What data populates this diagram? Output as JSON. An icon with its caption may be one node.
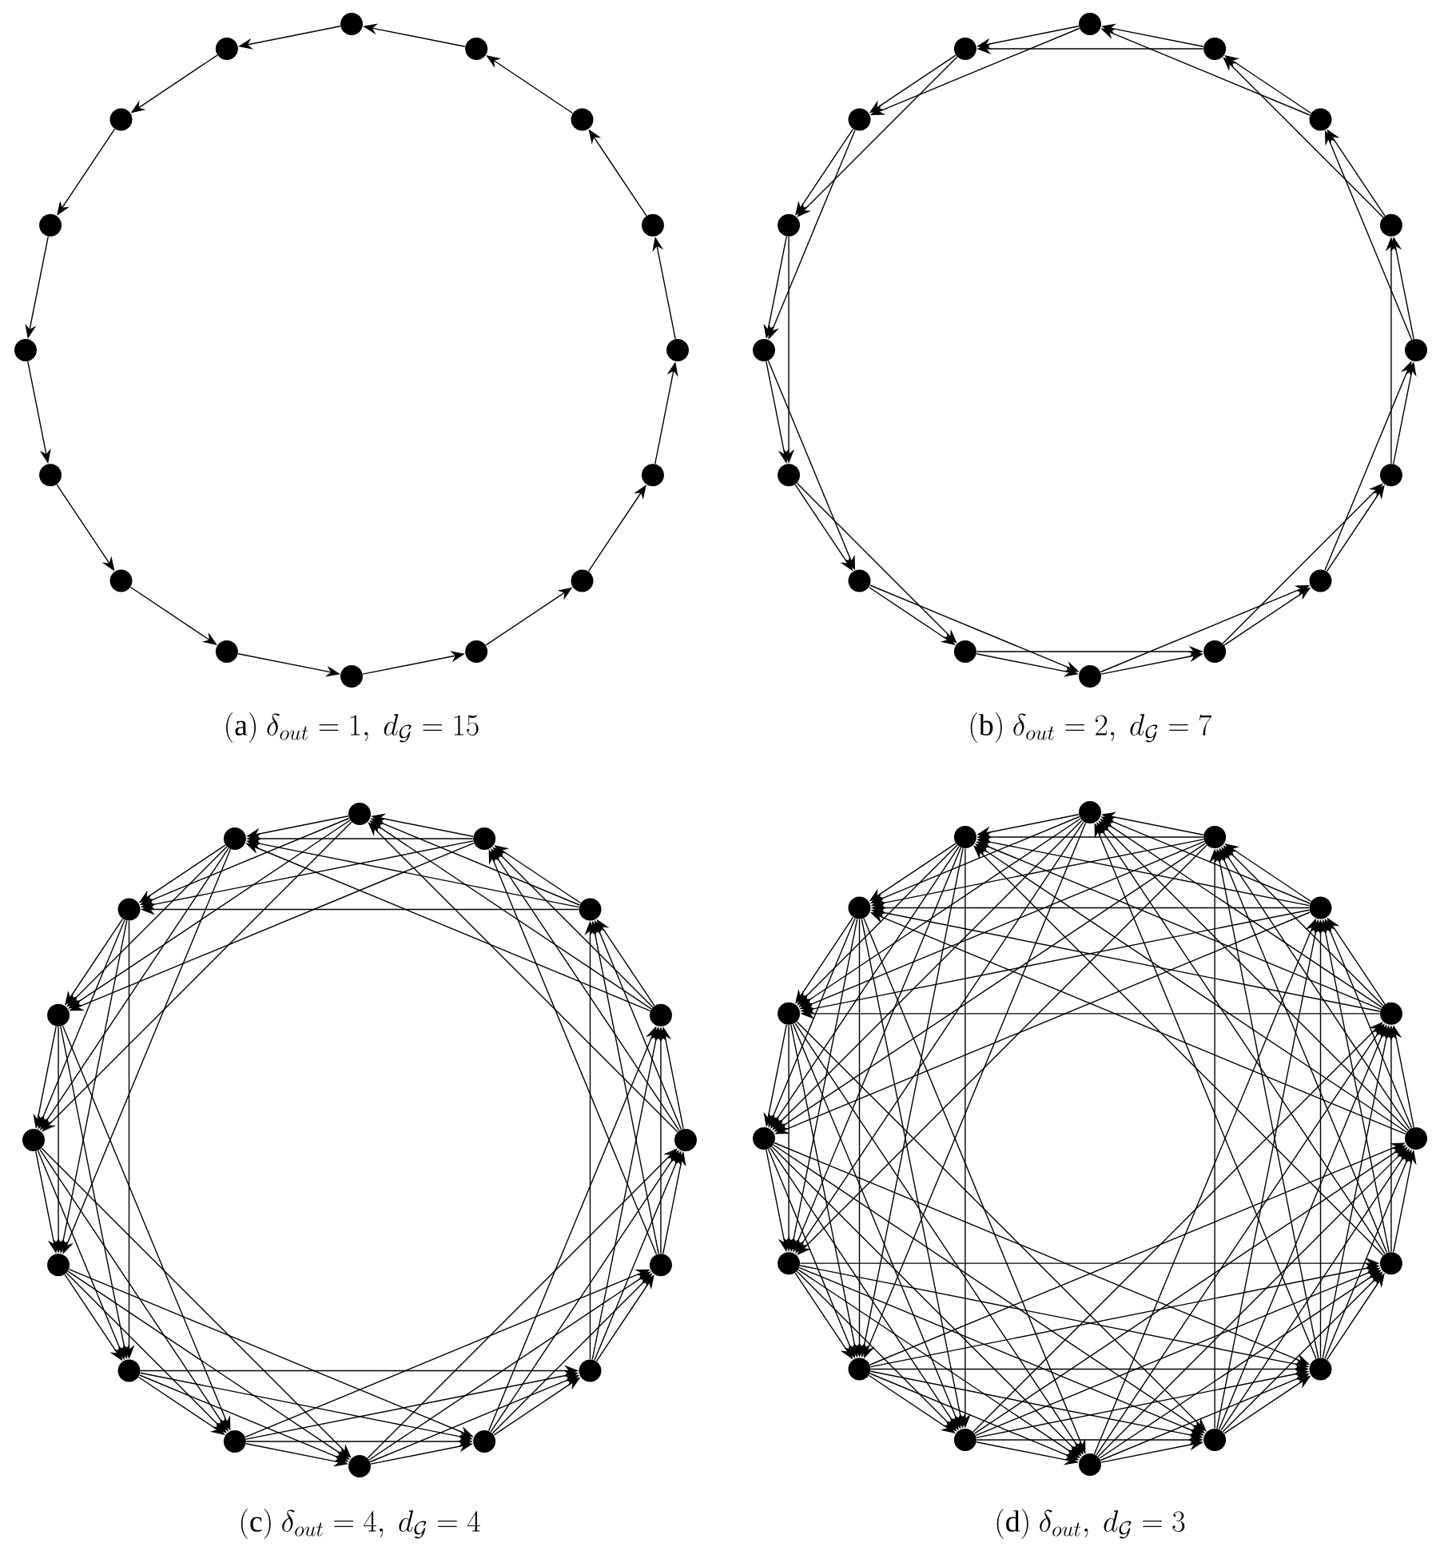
{
  "diagram": {
    "nodes": [
      {
        "text": [],
        "shape": "circle"
      },
      {
        "text": [],
        "shape": "circle"
      },
      {
        "text": [],
        "shape": "circle"
      },
      {
        "text": [],
        "shape": "circle"
      },
      {
        "text": [],
        "shape": "circle"
      },
      {
        "text": [],
        "shape": "circle"
      },
      {
        "text": [],
        "shape": "circle"
      },
      {
        "text": [],
        "shape": "circle"
      },
      {
        "text": [],
        "shape": "circle"
      },
      {
        "text": [],
        "shape": "circle"
      },
      {
        "text": [],
        "shape": "circle"
      },
      {
        "text": [],
        "shape": "circle"
      },
      {
        "text": [],
        "shape": "circle"
      },
      {
        "text": [],
        "shape": "circle"
      },
      {
        "text": [],
        "shape": "circle"
      },
      {
        "text": [],
        "shape": "circle"
      },
      {
        "text": [],
        "shape": "circle"
      },
      {
        "text": [],
        "shape": "circle"
      },
      {
        "text": [],
        "shape": "circle"
      },
      {
        "text": [],
        "shape": "circle"
      },
      {
        "text": [],
        "shape": "circle"
      },
      {
        "text": [],
        "shape": "circle"
      },
      {
        "text": [],
        "shape": "circle"
      },
      {
        "text": [],
        "shape": "circle"
      },
      {
        "text": [],
        "shape": "circle"
      },
      {
        "text": [],
        "shape": "circle"
      },
      {
        "text": [],
        "shape": "circle"
      },
      {
        "text": [],
        "shape": "circle"
      },
      {
        "text": [],
        "shape": "circle"
      },
      {
        "text": [],
        "shape": "circle"
      },
      {
        "text": [],
        "shape": "circle"
      },
      {
        "text": [],
        "shape": "circle"
      },
      {
        "text": [],
        "shape": "circle"
      },
      {
        "text": [],
        "shape": "circle"
      },
      {
        "text": [],
        "shape": "circle"
      },
      {
        "text": [],
        "shape": "circle"
      },
      {
        "text": [],
        "shape": "circle"
      },
      {
        "text": [],
        "shape": "circle"
      },
      {
        "text": [],
        "shape": "circle"
      },
      {
        "text": [],
        "shape": "circle"
      },
      {
        "text": [],
        "shape": "circle"
      },
      {
        "text": [],
        "shape": "circle"
      },
      {
        "text": [],
        "shape": "circle"
      },
      {
        "text": [],
        "shape": "circle"
      },
      {
        "text": [],
        "shape": "circle"
      },
      {
        "text": [],
        "shape": "circle"
      },
      {
        "text": [],
        "shape": "circle"
      },
      {
        "text": [],
        "shape": "circle"
      },
      {
        "text": [],
        "shape": "circle"
      },
      {
        "text": [],
        "shape": "circle"
      },
      {
        "text": [],
        "shape": "circle"
      },
      {
        "text": [],
        "shape": "circle"
      },
      {
        "text": [],
        "shape": "circle"
      },
      {
        "text": [],
        "shape": "circle"
      },
      {
        "text": [],
        "shape": "circle"
      },
      {
        "text": [],
        "shape": "circle"
      },
      {
        "text": [],
        "shape": "circle"
      },
      {
        "text": [],
        "shape": "circle"
      },
      {
        "text": [],
        "shape": "circle"
      },
      {
        "text": [],
        "shape": "circle"
      },
      {
        "text": [],
        "shape": "circle"
      },
      {
        "text": [],
        "shape": "circle"
      },
      {
        "text": [],
        "shape": "circle"
      },
      {
        "text": [],
        "shape": "circle"
      }
    ],
    "edges": [
      {
        "from": 0,
        "to": 1,
        "arrow": "to"
      },
      {
        "from": 1,
        "to": 2,
        "arrow": "to"
      },
      {
        "from": 2,
        "to": 3,
        "arrow": "to"
      },
      {
        "from": 3,
        "to": 4,
        "arrow": "to"
      },
      {
        "from": 4,
        "to": 5,
        "arrow": "to"
      },
      {
        "from": 5,
        "to": 6,
        "arrow": "to"
      },
      {
        "from": 6,
        "to": 7,
        "arrow": "to"
      },
      {
        "from": 7,
        "to": 8,
        "arrow": "to"
      },
      {
        "from": 8,
        "to": 9,
        "arrow": "to"
      },
      {
        "from": 9,
        "to": 10,
        "arrow": "to"
      },
      {
        "from": 10,
        "to": 11,
        "arrow": "to"
      },
      {
        "from": 11,
        "to": 12,
        "arrow": "to"
      },
      {
        "from": 12,
        "to": 13,
        "arrow": "to"
      },
      {
        "from": 13,
        "to": 14,
        "arrow": "to"
      },
      {
        "from": 14,
        "to": 15,
        "arrow": "to"
      },
      {
        "from": 15,
        "to": 0,
        "arrow": "to"
      },
      {
        "from": 16,
        "to": 17,
        "arrow": "to"
      },
      {
        "from": 16,
        "to": 18,
        "arrow": "to"
      },
      {
        "from": 17,
        "to": 18,
        "arrow": "to"
      },
      {
        "from": 17,
        "to": 19,
        "arrow": "to"
      },
      {
        "from": 18,
        "to": 19,
        "arrow": "to"
      },
      {
        "from": 18,
        "to": 20,
        "arrow": "to"
      },
      {
        "from": 19,
        "to": 20,
        "arrow": "to"
      },
      {
        "from": 19,
        "to": 21,
        "arrow": "to"
      },
      {
        "from": 20,
        "to": 21,
        "arrow": "to"
      },
      {
        "from": 20,
        "to": 22,
        "arrow": "to"
      },
      {
        "from": 21,
        "to": 22,
        "arrow": "to"
      },
      {
        "from": 21,
        "to": 23,
        "arrow": "to"
      },
      {
        "from": 22,
        "to": 23,
        "arrow": "to"
      },
      {
        "from": 22,
        "to": 24,
        "arrow": "to"
      },
      {
        "from": 23,
        "to": 24,
        "arrow": "to"
      },
      {
        "from": 23,
        "to": 25,
        "arrow": "to"
      },
      {
        "from": 24,
        "to": 25,
        "arrow": "to"
      },
      {
        "from": 24,
        "to": 26,
        "arrow": "to"
      },
      {
        "from": 25,
        "to": 26,
        "arrow": "to"
      },
      {
        "from": 25,
        "to": 27,
        "arrow": "to"
      },
      {
        "from": 26,
        "to": 27,
        "arrow": "to"
      },
      {
        "from": 26,
        "to": 28,
        "arrow": "to"
      },
      {
        "from": 27,
        "to": 28,
        "arrow": "to"
      },
      {
        "from": 27,
        "to": 29,
        "arrow": "to"
      },
      {
        "from": 28,
        "to": 29,
        "arrow": "to"
      },
      {
        "from": 28,
        "to": 30,
        "arrow": "to"
      },
      {
        "from": 29,
        "to": 30,
        "arrow": "to"
      },
      {
        "from": 29,
        "to": 31,
        "arrow": "to"
      },
      {
        "from": 30,
        "to": 31,
        "arrow": "to"
      },
      {
        "from": 30,
        "to": 16,
        "arrow": "to"
      },
      {
        "from": 31,
        "to": 16,
        "arrow": "to"
      },
      {
        "from": 31,
        "to": 17,
        "arrow": "to"
      },
      {
        "from": 32,
        "to": 33,
        "arrow": "to"
      },
      {
        "from": 32,
        "to": 34,
        "arrow": "to"
      },
      {
        "from": 32,
        "to": 35,
        "arrow": "to"
      },
      {
        "from": 32,
        "to": 36,
        "arrow": "to"
      },
      {
        "from": 33,
        "to": 34,
        "arrow": "to"
      },
      {
        "from": 33,
        "to": 35,
        "arrow": "to"
      },
      {
        "from": 33,
        "to": 36,
        "arrow": "to"
      },
      {
        "from": 33,
        "to": 37,
        "arrow": "to"
      },
      {
        "from": 34,
        "to": 35,
        "arrow": "to"
      },
      {
        "from": 34,
        "to": 36,
        "arrow": "to"
      },
      {
        "from": 34,
        "to": 37,
        "arrow": "to"
      },
      {
        "from": 34,
        "to": 38,
        "arrow": "to"
      },
      {
        "from": 35,
        "to": 36,
        "arrow": "to"
      },
      {
        "from": 35,
        "to": 37,
        "arrow": "to"
      },
      {
        "from": 35,
        "to": 38,
        "arrow": "to"
      },
      {
        "from": 35,
        "to": 39,
        "arrow": "to"
      },
      {
        "from": 36,
        "to": 37,
        "arrow": "to"
      },
      {
        "from": 36,
        "to": 38,
        "arrow": "to"
      },
      {
        "from": 36,
        "to": 39,
        "arrow": "to"
      },
      {
        "from": 36,
        "to": 40,
        "arrow": "to"
      },
      {
        "from": 37,
        "to": 38,
        "arrow": "to"
      },
      {
        "from": 37,
        "to": 39,
        "arrow": "to"
      },
      {
        "from": 37,
        "to": 40,
        "arrow": "to"
      },
      {
        "from": 37,
        "to": 41,
        "arrow": "to"
      },
      {
        "from": 38,
        "to": 39,
        "arrow": "to"
      },
      {
        "from": 38,
        "to": 40,
        "arrow": "to"
      },
      {
        "from": 38,
        "to": 41,
        "arrow": "to"
      },
      {
        "from": 38,
        "to": 42,
        "arrow": "to"
      },
      {
        "from": 39,
        "to": 40,
        "arrow": "to"
      },
      {
        "from": 39,
        "to": 41,
        "arrow": "to"
      },
      {
        "from": 39,
        "to": 42,
        "arrow": "to"
      },
      {
        "from": 39,
        "to": 43,
        "arrow": "to"
      },
      {
        "from": 40,
        "to": 41,
        "arrow": "to"
      },
      {
        "from": 40,
        "to": 42,
        "arrow": "to"
      },
      {
        "from": 40,
        "to": 43,
        "arrow": "to"
      },
      {
        "from": 40,
        "to": 44,
        "arrow": "to"
      },
      {
        "from": 41,
        "to": 42,
        "arrow": "to"
      },
      {
        "from": 41,
        "to": 43,
        "arrow": "to"
      },
      {
        "from": 41,
        "to": 44,
        "arrow": "to"
      },
      {
        "from": 41,
        "to": 45,
        "arrow": "to"
      },
      {
        "from": 42,
        "to": 43,
        "arrow": "to"
      },
      {
        "from": 42,
        "to": 44,
        "arrow": "to"
      },
      {
        "from": 42,
        "to": 45,
        "arrow": "to"
      },
      {
        "from": 42,
        "to": 46,
        "arrow": "to"
      },
      {
        "from": 43,
        "to": 44,
        "arrow": "to"
      },
      {
        "from": 43,
        "to": 45,
        "arrow": "to"
      },
      {
        "from": 43,
        "to": 46,
        "arrow": "to"
      },
      {
        "from": 43,
        "to": 47,
        "arrow": "to"
      },
      {
        "from": 44,
        "to": 45,
        "arrow": "to"
      },
      {
        "from": 44,
        "to": 46,
        "arrow": "to"
      },
      {
        "from": 44,
        "to": 47,
        "arrow": "to"
      },
      {
        "from": 44,
        "to": 32,
        "arrow": "to"
      },
      {
        "from": 45,
        "to": 46,
        "arrow": "to"
      },
      {
        "from": 45,
        "to": 47,
        "arrow": "to"
      },
      {
        "from": 45,
        "to": 32,
        "arrow": "to"
      },
      {
        "from": 45,
        "to": 33,
        "arrow": "to"
      },
      {
        "from": 46,
        "to": 47,
        "arrow": "to"
      },
      {
        "from": 46,
        "to": 32,
        "arrow": "to"
      },
      {
        "from": 46,
        "to": 33,
        "arrow": "to"
      },
      {
        "from": 46,
        "to": 34,
        "arrow": "to"
      },
      {
        "from": 47,
        "to": 32,
        "arrow": "to"
      },
      {
        "from": 47,
        "to": 33,
        "arrow": "to"
      },
      {
        "from": 47,
        "to": 34,
        "arrow": "to"
      },
      {
        "from": 47,
        "to": 35,
        "arrow": "to"
      },
      {
        "from": 48,
        "to": 49,
        "arrow": "to"
      },
      {
        "from": 48,
        "to": 50,
        "arrow": "to"
      },
      {
        "from": 48,
        "to": 51,
        "arrow": "to"
      },
      {
        "from": 48,
        "to": 52,
        "arrow": "to"
      },
      {
        "from": 48,
        "to": 53,
        "arrow": "to"
      },
      {
        "from": 48,
        "to": 54,
        "arrow": "to"
      },
      {
        "from": 49,
        "to": 50,
        "arrow": "to"
      },
      {
        "from": 49,
        "to": 51,
        "arrow": "to"
      },
      {
        "from": 49,
        "to": 52,
        "arrow": "to"
      },
      {
        "from": 49,
        "to": 53,
        "arrow": "to"
      },
      {
        "from": 49,
        "to": 54,
        "arrow": "to"
      },
      {
        "from": 49,
        "to": 55,
        "arrow": "to"
      },
      {
        "from": 50,
        "to": 51,
        "arrow": "to"
      },
      {
        "from": 50,
        "to": 52,
        "arrow": "to"
      },
      {
        "from": 50,
        "to": 53,
        "arrow": "to"
      },
      {
        "from": 50,
        "to": 54,
        "arrow": "to"
      },
      {
        "from": 50,
        "to": 55,
        "arrow": "to"
      },
      {
        "from": 50,
        "to": 56,
        "arrow": "to"
      },
      {
        "from": 51,
        "to": 52,
        "arrow": "to"
      },
      {
        "from": 51,
        "to": 53,
        "arrow": "to"
      },
      {
        "from": 51,
        "to": 54,
        "arrow": "to"
      },
      {
        "from": 51,
        "to": 55,
        "arrow": "to"
      },
      {
        "from": 51,
        "to": 56,
        "arrow": "to"
      },
      {
        "from": 51,
        "to": 57,
        "arrow": "to"
      },
      {
        "from": 52,
        "to": 53,
        "arrow": "to"
      },
      {
        "from": 52,
        "to": 54,
        "arrow": "to"
      },
      {
        "from": 52,
        "to": 55,
        "arrow": "to"
      },
      {
        "from": 52,
        "to": 56,
        "arrow": "to"
      },
      {
        "from": 52,
        "to": 57,
        "arrow": "to"
      },
      {
        "from": 52,
        "to": 58,
        "arrow": "to"
      },
      {
        "from": 53,
        "to": 54,
        "arrow": "to"
      },
      {
        "from": 53,
        "to": 55,
        "arrow": "to"
      },
      {
        "from": 53,
        "to": 56,
        "arrow": "to"
      },
      {
        "from": 53,
        "to": 57,
        "arrow": "to"
      },
      {
        "from": 53,
        "to": 58,
        "arrow": "to"
      },
      {
        "from": 53,
        "to": 59,
        "arrow": "to"
      },
      {
        "from": 54,
        "to": 55,
        "arrow": "to"
      },
      {
        "from": 54,
        "to": 56,
        "arrow": "to"
      },
      {
        "from": 54,
        "to": 57,
        "arrow": "to"
      },
      {
        "from": 54,
        "to": 58,
        "arrow": "to"
      },
      {
        "from": 54,
        "to": 59,
        "arrow": "to"
      },
      {
        "from": 54,
        "to": 60,
        "arrow": "to"
      },
      {
        "from": 55,
        "to": 56,
        "arrow": "to"
      },
      {
        "from": 55,
        "to": 57,
        "arrow": "to"
      },
      {
        "from": 55,
        "to": 58,
        "arrow": "to"
      },
      {
        "from": 55,
        "to": 59,
        "arrow": "to"
      },
      {
        "from": 55,
        "to": 60,
        "arrow": "to"
      },
      {
        "from": 55,
        "to": 61,
        "arrow": "to"
      },
      {
        "from": 56,
        "to": 57,
        "arrow": "to"
      },
      {
        "from": 56,
        "to": 58,
        "arrow": "to"
      },
      {
        "from": 56,
        "to": 59,
        "arrow": "to"
      },
      {
        "from": 56,
        "to": 60,
        "arrow": "to"
      },
      {
        "from": 56,
        "to": 61,
        "arrow": "to"
      },
      {
        "from": 56,
        "to": 62,
        "arrow": "to"
      },
      {
        "from": 57,
        "to": 58,
        "arrow": "to"
      },
      {
        "from": 57,
        "to": 59,
        "arrow": "to"
      },
      {
        "from": 57,
        "to": 60,
        "arrow": "to"
      },
      {
        "from": 57,
        "to": 61,
        "arrow": "to"
      },
      {
        "from": 57,
        "to": 62,
        "arrow": "to"
      },
      {
        "from": 57,
        "to": 63,
        "arrow": "to"
      },
      {
        "from": 58,
        "to": 59,
        "arrow": "to"
      },
      {
        "from": 58,
        "to": 60,
        "arrow": "to"
      },
      {
        "from": 58,
        "to": 61,
        "arrow": "to"
      },
      {
        "from": 58,
        "to": 62,
        "arrow": "to"
      },
      {
        "from": 58,
        "to": 63,
        "arrow": "to"
      },
      {
        "from": 58,
        "to": 48,
        "arrow": "to"
      },
      {
        "from": 59,
        "to": 60,
        "arrow": "to"
      },
      {
        "from": 59,
        "to": 61,
        "arrow": "to"
      },
      {
        "from": 59,
        "to": 62,
        "arrow": "to"
      },
      {
        "from": 59,
        "to": 63,
        "arrow": "to"
      },
      {
        "from": 59,
        "to": 48,
        "arrow": "to"
      },
      {
        "from": 59,
        "to": 49,
        "arrow": "to"
      },
      {
        "from": 60,
        "to": 61,
        "arrow": "to"
      },
      {
        "from": 60,
        "to": 62,
        "arrow": "to"
      },
      {
        "from": 60,
        "to": 63,
        "arrow": "to"
      },
      {
        "from": 60,
        "to": 48,
        "arrow": "to"
      },
      {
        "from": 60,
        "to": 49,
        "arrow": "to"
      },
      {
        "from": 60,
        "to": 50,
        "arrow": "to"
      },
      {
        "from": 61,
        "to": 62,
        "arrow": "to"
      },
      {
        "from": 61,
        "to": 63,
        "arrow": "to"
      },
      {
        "from": 61,
        "to": 48,
        "arrow": "to"
      },
      {
        "from": 61,
        "to": 49,
        "arrow": "to"
      },
      {
        "from": 61,
        "to": 50,
        "arrow": "to"
      },
      {
        "from": 61,
        "to": 51,
        "arrow": "to"
      },
      {
        "from": 62,
        "to": 63,
        "arrow": "to"
      },
      {
        "from": 62,
        "to": 48,
        "arrow": "to"
      },
      {
        "from": 62,
        "to": 49,
        "arrow": "to"
      },
      {
        "from": 62,
        "to": 50,
        "arrow": "to"
      },
      {
        "from": 62,
        "to": 51,
        "arrow": "to"
      },
      {
        "from": 62,
        "to": 52,
        "arrow": "to"
      },
      {
        "from": 63,
        "to": 48,
        "arrow": "to"
      },
      {
        "from": 63,
        "to": 49,
        "arrow": "to"
      },
      {
        "from": 63,
        "to": 50,
        "arrow": "to"
      },
      {
        "from": 63,
        "to": 51,
        "arrow": "to"
      },
      {
        "from": 63,
        "to": 52,
        "arrow": "to"
      },
      {
        "from": 63,
        "to": 53,
        "arrow": "to"
      }
    ],
    "labels": [
      "\\mathrm{(a)}\\ \\delta_{out} = 1,\\ d_{\\mathcal{G}} = 15",
      "\\mathrm{(b)}\\ \\delta_{out} = 2,\\ d_{\\mathcal{G}} = 7",
      "\\mathrm{(c)}\\ \\delta_{out} = 4,\\ d_{\\mathcal{G}} = 4",
      "\\mathrm{(d)}\\ \\delta_{out},\\ d_{\\mathcal{G}} = 3"
    ]
  }
}
